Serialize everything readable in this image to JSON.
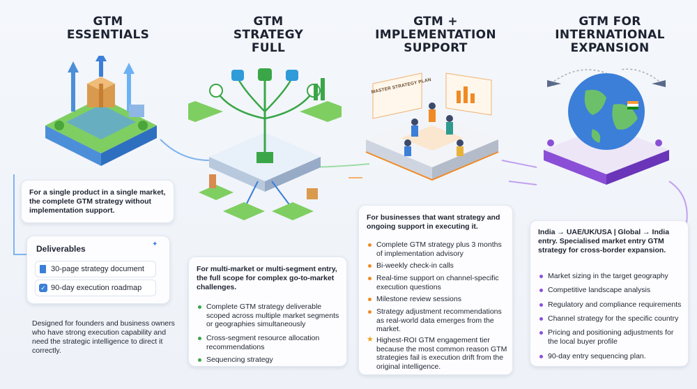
{
  "columns": [
    {
      "title_line1": "GTM",
      "title_line2": "ESSENTIALS",
      "description": "For a single product in a single market, the complete GTM strategy without implementation support.",
      "deliverables_heading": "Deliverables",
      "deliverables": [
        "30-page strategy document",
        "90-day execution roadmap"
      ],
      "footer": "Designed for founders and business owners who have strong execution capability and need the strategic intelligence to direct it correctly."
    },
    {
      "title_line1": "GTM",
      "title_line2": "STRATEGY",
      "title_line3": "FULL",
      "description": "For multi-market or multi-segment entry, the full scope for complex go-to-market challenges.",
      "bullets": [
        "Complete GTM strategy deliverable scoped across multiple market segments or geographies simultaneously",
        "Cross-segment resource allocation recommendations",
        "Sequencing strategy"
      ]
    },
    {
      "title_line1": "GTM +",
      "title_line2": "IMPLEMENTATION",
      "title_line3": "SUPPORT",
      "board_label": "MASTER STRATEGY PLAN",
      "description": "For businesses that want strategy and ongoing support in executing it.",
      "bullets": [
        "Complete GTM strategy plus 3 months of implementation advisory",
        "Bi-weekly check-in calls",
        "Real-time support on channel-specific execution questions",
        "Milestone review sessions",
        "Strategy adjustment recommendations as real-world data emerges from the market."
      ],
      "highlight": "Highest-ROI GTM engagement tier because the most common reason GTM strategies fail is execution drift from the original intelligence."
    },
    {
      "title_line1": "GTM FOR",
      "title_line2": "INTERNATIONAL",
      "title_line3": "EXPANSION",
      "description": "India → UAE/UK/USA | Global → India entry. Specialised market entry GTM strategy for cross-border expansion.",
      "bullets": [
        "Market sizing in the target geography",
        "Competitive landscape analysis",
        "Regulatory and compliance requirements",
        "Channel strategy for the specific country",
        "Pricing and positioning adjustments for the local buyer profile",
        "90-day entry sequencing plan."
      ]
    }
  ],
  "colors": {
    "blue": "#3b7fd9",
    "green": "#3aa648",
    "orange": "#f08a24",
    "purple": "#8a4fd6",
    "title": "#1c2230"
  }
}
